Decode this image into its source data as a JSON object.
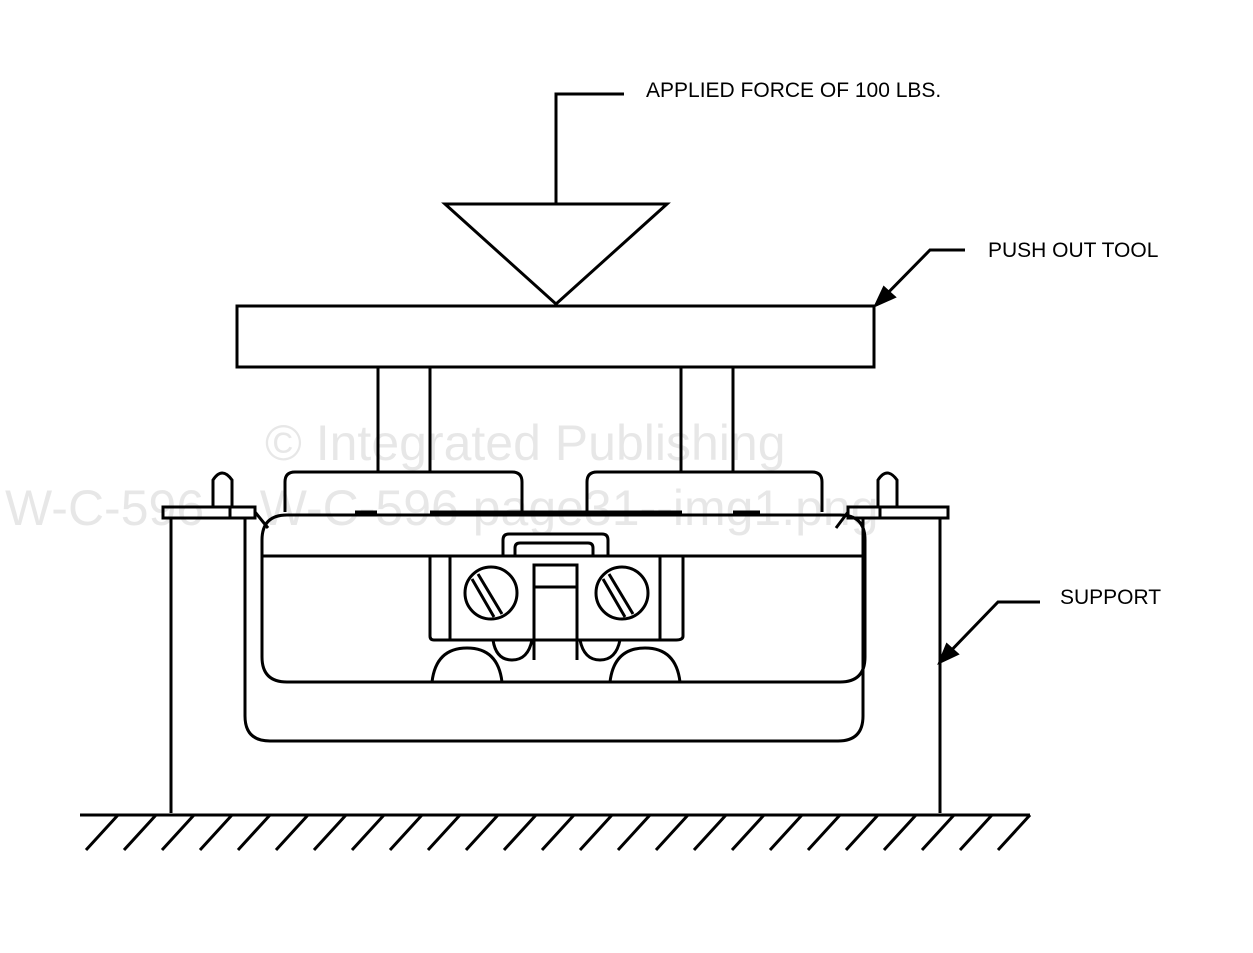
{
  "labels": {
    "applied_force": "APPLIED FORCE OF 100 LBS.",
    "push_out_tool": "PUSH OUT TOOL",
    "support": "SUPPORT"
  },
  "watermark": {
    "line1": "© Integrated Publishing",
    "line2": "W-C-596    W-C-596 page31--img1.png"
  }
}
